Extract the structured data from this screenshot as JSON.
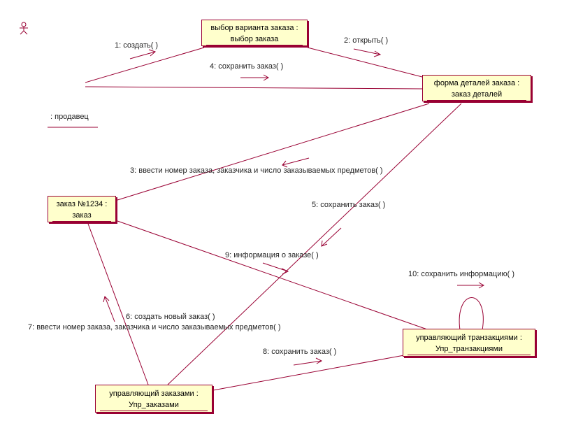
{
  "actor": {
    "name": ": продавец"
  },
  "objects": {
    "order_choice": {
      "line1": "выбор варианта заказа :",
      "line2": "выбор заказа"
    },
    "order_form": {
      "line1": "форма деталей заказа :",
      "line2": "заказ деталей"
    },
    "order_1234": {
      "line1": "заказ №1234 :",
      "line2": "заказ"
    },
    "order_manager": {
      "line1": "управляющий заказами :",
      "line2": "Упр_заказами"
    },
    "transaction_manager": {
      "line1": "управляющий транзакциями :",
      "line2": "Упр_транзакциями"
    }
  },
  "messages": {
    "m1": "1: создать( )",
    "m2": "2: открыть( )",
    "m3": "3: ввести номер заказа, заказчика и число заказываемых предметов( )",
    "m4": "4: сохранить заказ( )",
    "m5": "5: сохранить заказ( )",
    "m6": "6: создать новый заказ( )",
    "m7": "7: ввести номер заказа, заказчика и число заказываемых предметов( )",
    "m8": "8: сохранить заказ( )",
    "m9": "9: информация о заказе( )",
    "m10": "10: сохранить информацию( )"
  },
  "colors": {
    "line": "#990033",
    "box_fill": "#ffffcc",
    "box_border": "#990033"
  }
}
